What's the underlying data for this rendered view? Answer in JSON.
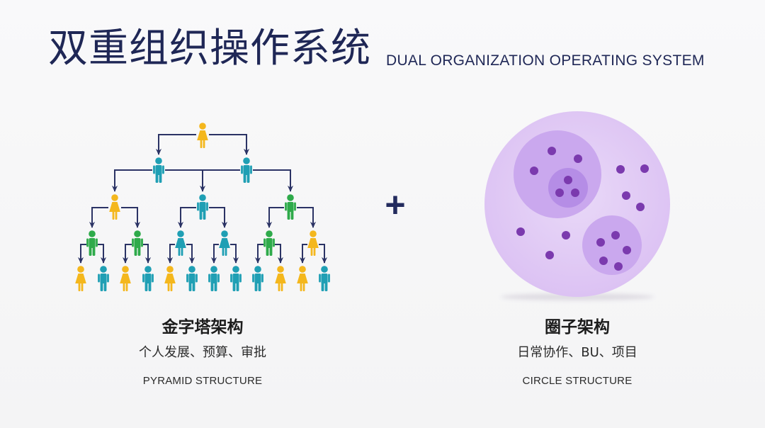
{
  "title": "双重组织操作系统",
  "subtitle": "DUAL ORGANIZATION OPERATING SYSTEM",
  "plus_sign": "+",
  "pyramid": {
    "heading": "金字塔架构",
    "description": "个人发展、预算、审批",
    "english": "PYRAMID STRUCTURE",
    "levels": [
      [
        {
          "color": "yellow",
          "icon": "woman-icon"
        }
      ],
      [
        {
          "color": "teal",
          "icon": "man-icon"
        },
        {
          "color": "teal",
          "icon": "man-icon"
        }
      ],
      [
        {
          "color": "yellow",
          "icon": "woman-icon"
        },
        {
          "color": "teal",
          "icon": "man-icon"
        },
        {
          "color": "green",
          "icon": "man-icon"
        }
      ],
      [
        {
          "color": "green",
          "icon": "man-icon"
        },
        {
          "color": "green",
          "icon": "man-icon"
        },
        {
          "color": "teal",
          "icon": "woman-icon"
        },
        {
          "color": "teal",
          "icon": "woman-icon"
        },
        {
          "color": "green",
          "icon": "man-icon"
        },
        {
          "color": "yellow",
          "icon": "woman-icon"
        }
      ],
      [
        {
          "color": "yellow",
          "icon": "woman-icon"
        },
        {
          "color": "teal",
          "icon": "man-icon"
        },
        {
          "color": "yellow",
          "icon": "woman-icon"
        },
        {
          "color": "teal",
          "icon": "man-icon"
        },
        {
          "color": "yellow",
          "icon": "woman-icon"
        },
        {
          "color": "teal",
          "icon": "man-icon"
        },
        {
          "color": "teal",
          "icon": "man-icon"
        },
        {
          "color": "teal",
          "icon": "man-icon"
        },
        {
          "color": "teal",
          "icon": "man-icon"
        },
        {
          "color": "yellow",
          "icon": "woman-icon"
        },
        {
          "color": "yellow",
          "icon": "woman-icon"
        },
        {
          "color": "teal",
          "icon": "man-icon"
        }
      ]
    ]
  },
  "circle": {
    "heading": "圈子架构",
    "description": "日常协作、BU、项目",
    "english": "CIRCLE STRUCTURE"
  },
  "colors": {
    "title": "#1f2756",
    "navy": "#2b3365",
    "yellow": "#f4b71d",
    "teal": "#1f9fb4",
    "green": "#2eaa4a",
    "circle_outer_center": "#e9d9f8",
    "circle_outer_edge": "#dcc2f3",
    "circle_inner": "#caa8ee",
    "circle_core": "#b58de6",
    "dot": "#7b3aae"
  }
}
